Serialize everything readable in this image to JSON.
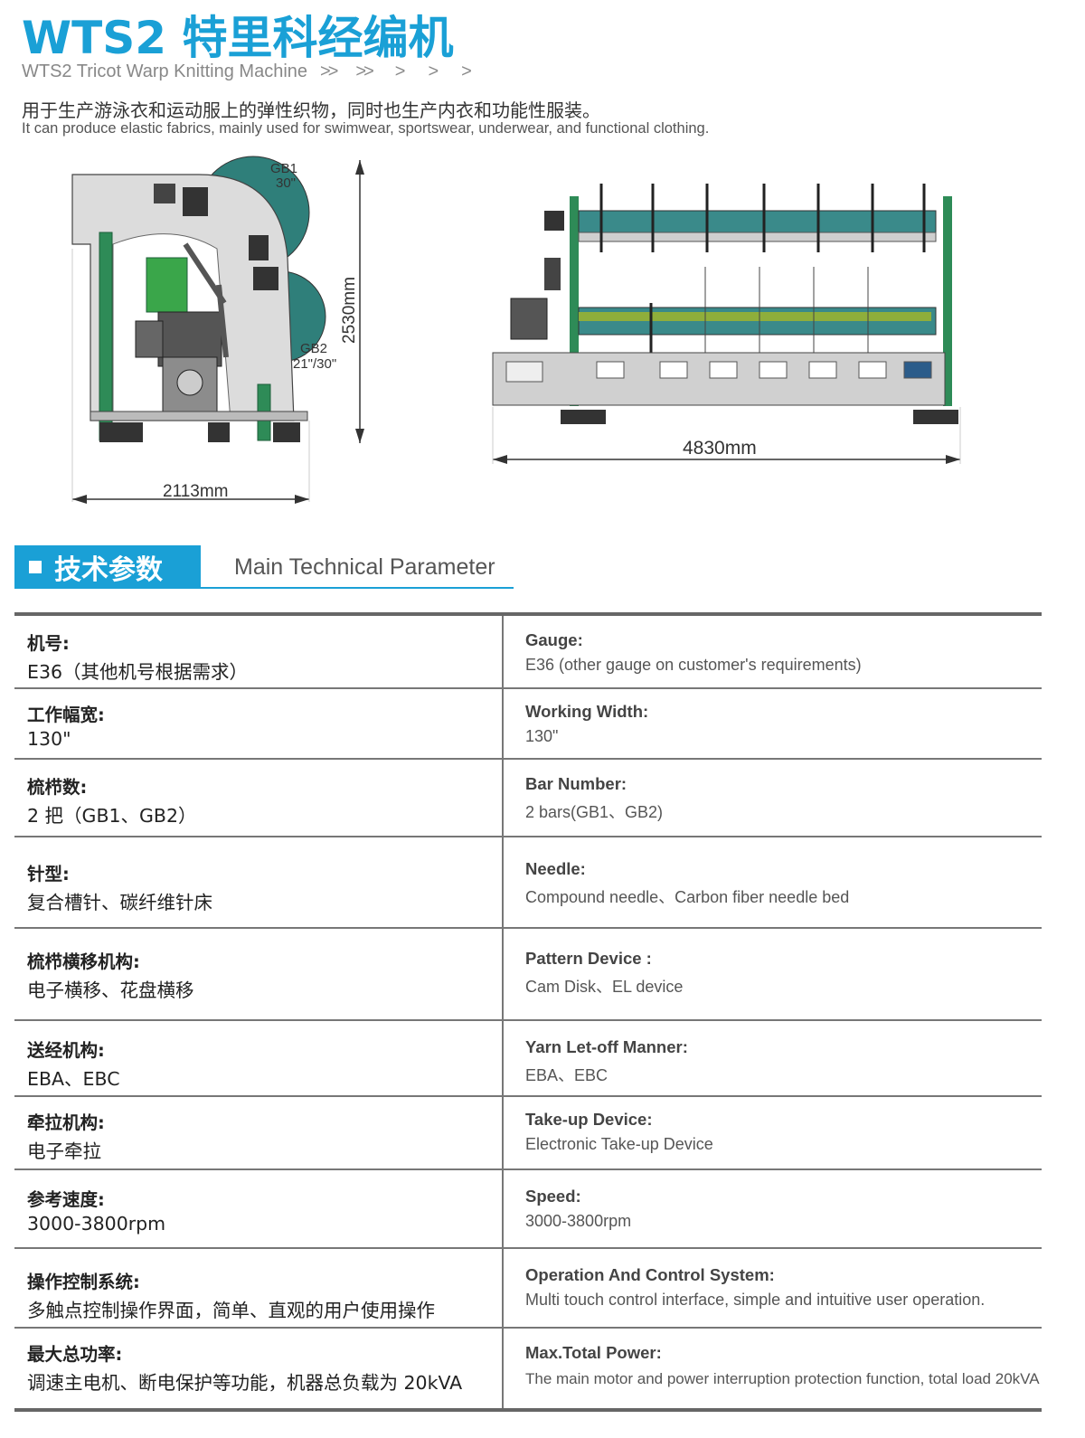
{
  "header": {
    "title": "WTS2 特里科经编机",
    "subtitle": "WTS2 Tricot Warp Knitting Machine",
    "chevrons": [
      ">>",
      ">>",
      ">",
      ">",
      ">"
    ],
    "description_cn": "用于生产游泳衣和运动服上的弹性织物，同时也生产内衣和功能性服装。",
    "description_en": "It can produce elastic fabrics, mainly used for swimwear, sportswear, underwear, and functional clothing."
  },
  "drawing_side": {
    "gb1_label": "GB1",
    "gb1_gauge": "30\"",
    "gb2_label": "GB2",
    "gb2_gauge": "21\"/30\"",
    "height_dim": "2530mm",
    "width_dim": "2113mm"
  },
  "drawing_front": {
    "length_dim": "4830mm"
  },
  "section": {
    "title_cn": "技术参数",
    "title_en": "Main Technical Parameter"
  },
  "colors": {
    "accent": "#1aa0d6",
    "frame_green": "#2e8b57",
    "beam_teal": "#3a8a8a"
  },
  "params": [
    {
      "cn_label": "机号:",
      "cn_value": "E36（其他机号根据需求）",
      "en_label": "Gauge:",
      "en_value": "E36 (other gauge on customer's requirements)"
    },
    {
      "cn_label": "工作幅宽:",
      "cn_value": "130\"",
      "en_label": "Working Width:",
      "en_value": "130\""
    },
    {
      "cn_label": "梳栉数:",
      "cn_value": "2 把（GB1、GB2）",
      "en_label": "Bar Number:",
      "en_value": "2 bars(GB1、GB2)"
    },
    {
      "cn_label": "针型:",
      "cn_value": "复合槽针、碳纤维针床",
      "en_label": "Needle:",
      "en_value": "Compound needle、Carbon fiber needle bed"
    },
    {
      "cn_label": "梳栉横移机构:",
      "cn_value": "电子横移、花盘横移",
      "en_label": "Pattern Device :",
      "en_value": "Cam Disk、EL device"
    },
    {
      "cn_label": "送经机构:",
      "cn_value": "EBA、EBC",
      "en_label": "Yarn Let-off Manner:",
      "en_value": "EBA、EBC"
    },
    {
      "cn_label": "牵拉机构:",
      "cn_value": "电子牵拉",
      "en_label": "Take-up Device:",
      "en_value": "Electronic Take-up Device"
    },
    {
      "cn_label": "参考速度:",
      "cn_value": "3000-3800rpm",
      "en_label": "Speed:",
      "en_value": "3000-3800rpm"
    },
    {
      "cn_label": "操作控制系统:",
      "cn_value": "多触点控制操作界面，简单、直观的用户使用操作",
      "en_label": "Operation And Control System:",
      "en_value": "Multi touch control interface, simple and intuitive user operation."
    },
    {
      "cn_label": "最大总功率:",
      "cn_value": "调速主电机、断电保护等功能，机器总负载为 20kVA",
      "en_label": "Max.Total Power:",
      "en_value": "The main motor and power interruption protection function,  total load 20kVA"
    }
  ]
}
